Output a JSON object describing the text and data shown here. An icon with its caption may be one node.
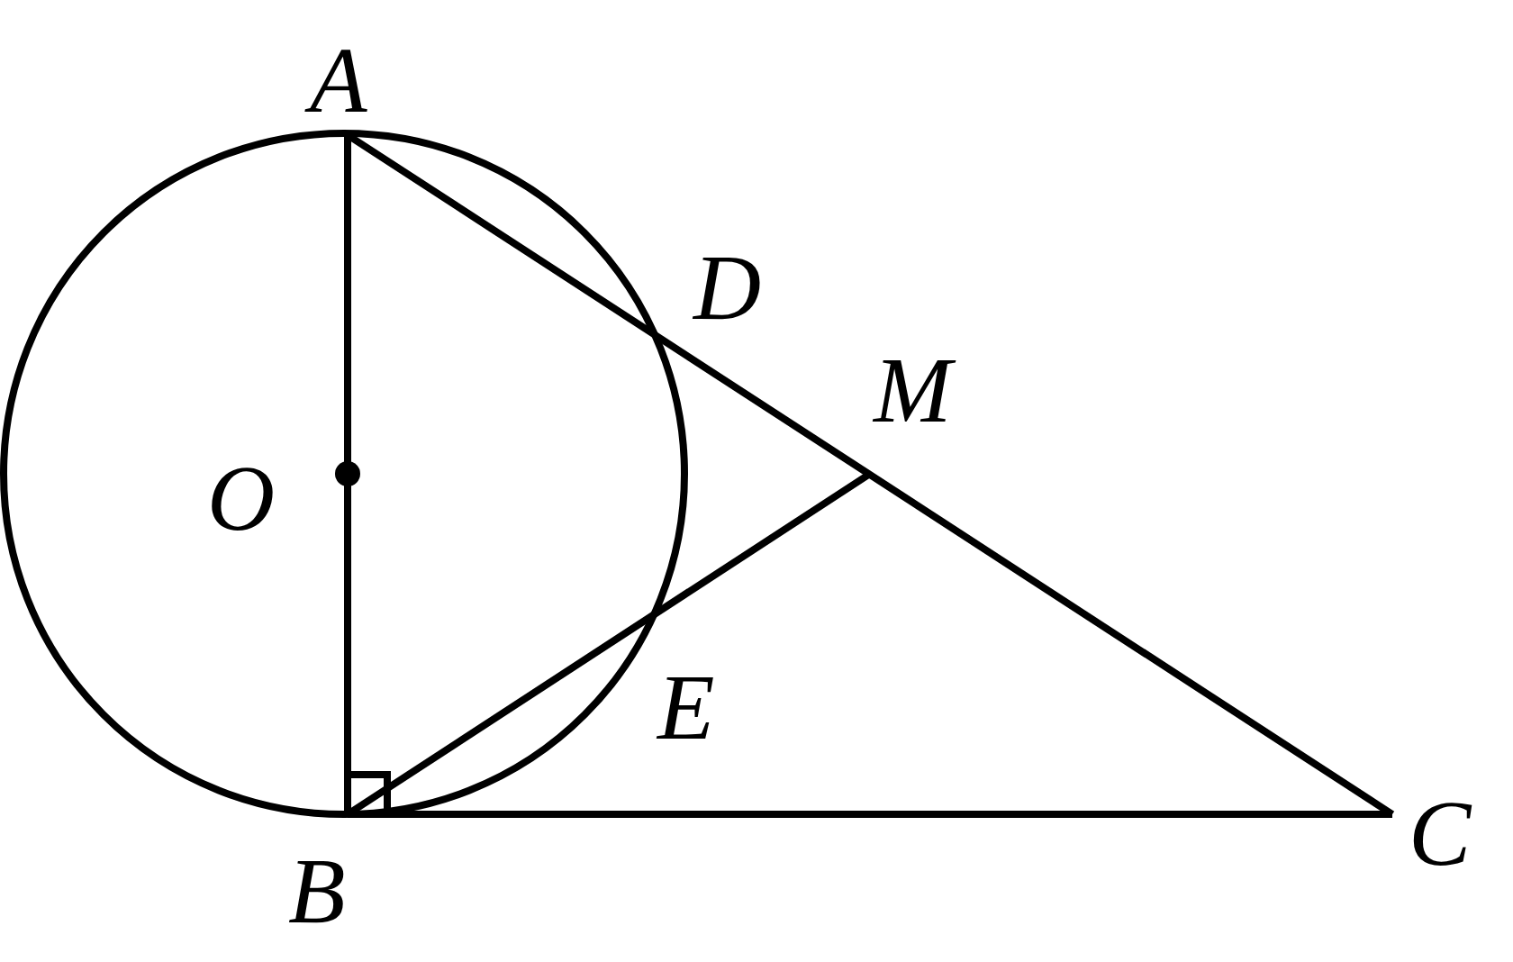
{
  "diagram": {
    "labels": [
      "A",
      "D",
      "M",
      "O",
      "E",
      "B",
      "C"
    ]
  }
}
